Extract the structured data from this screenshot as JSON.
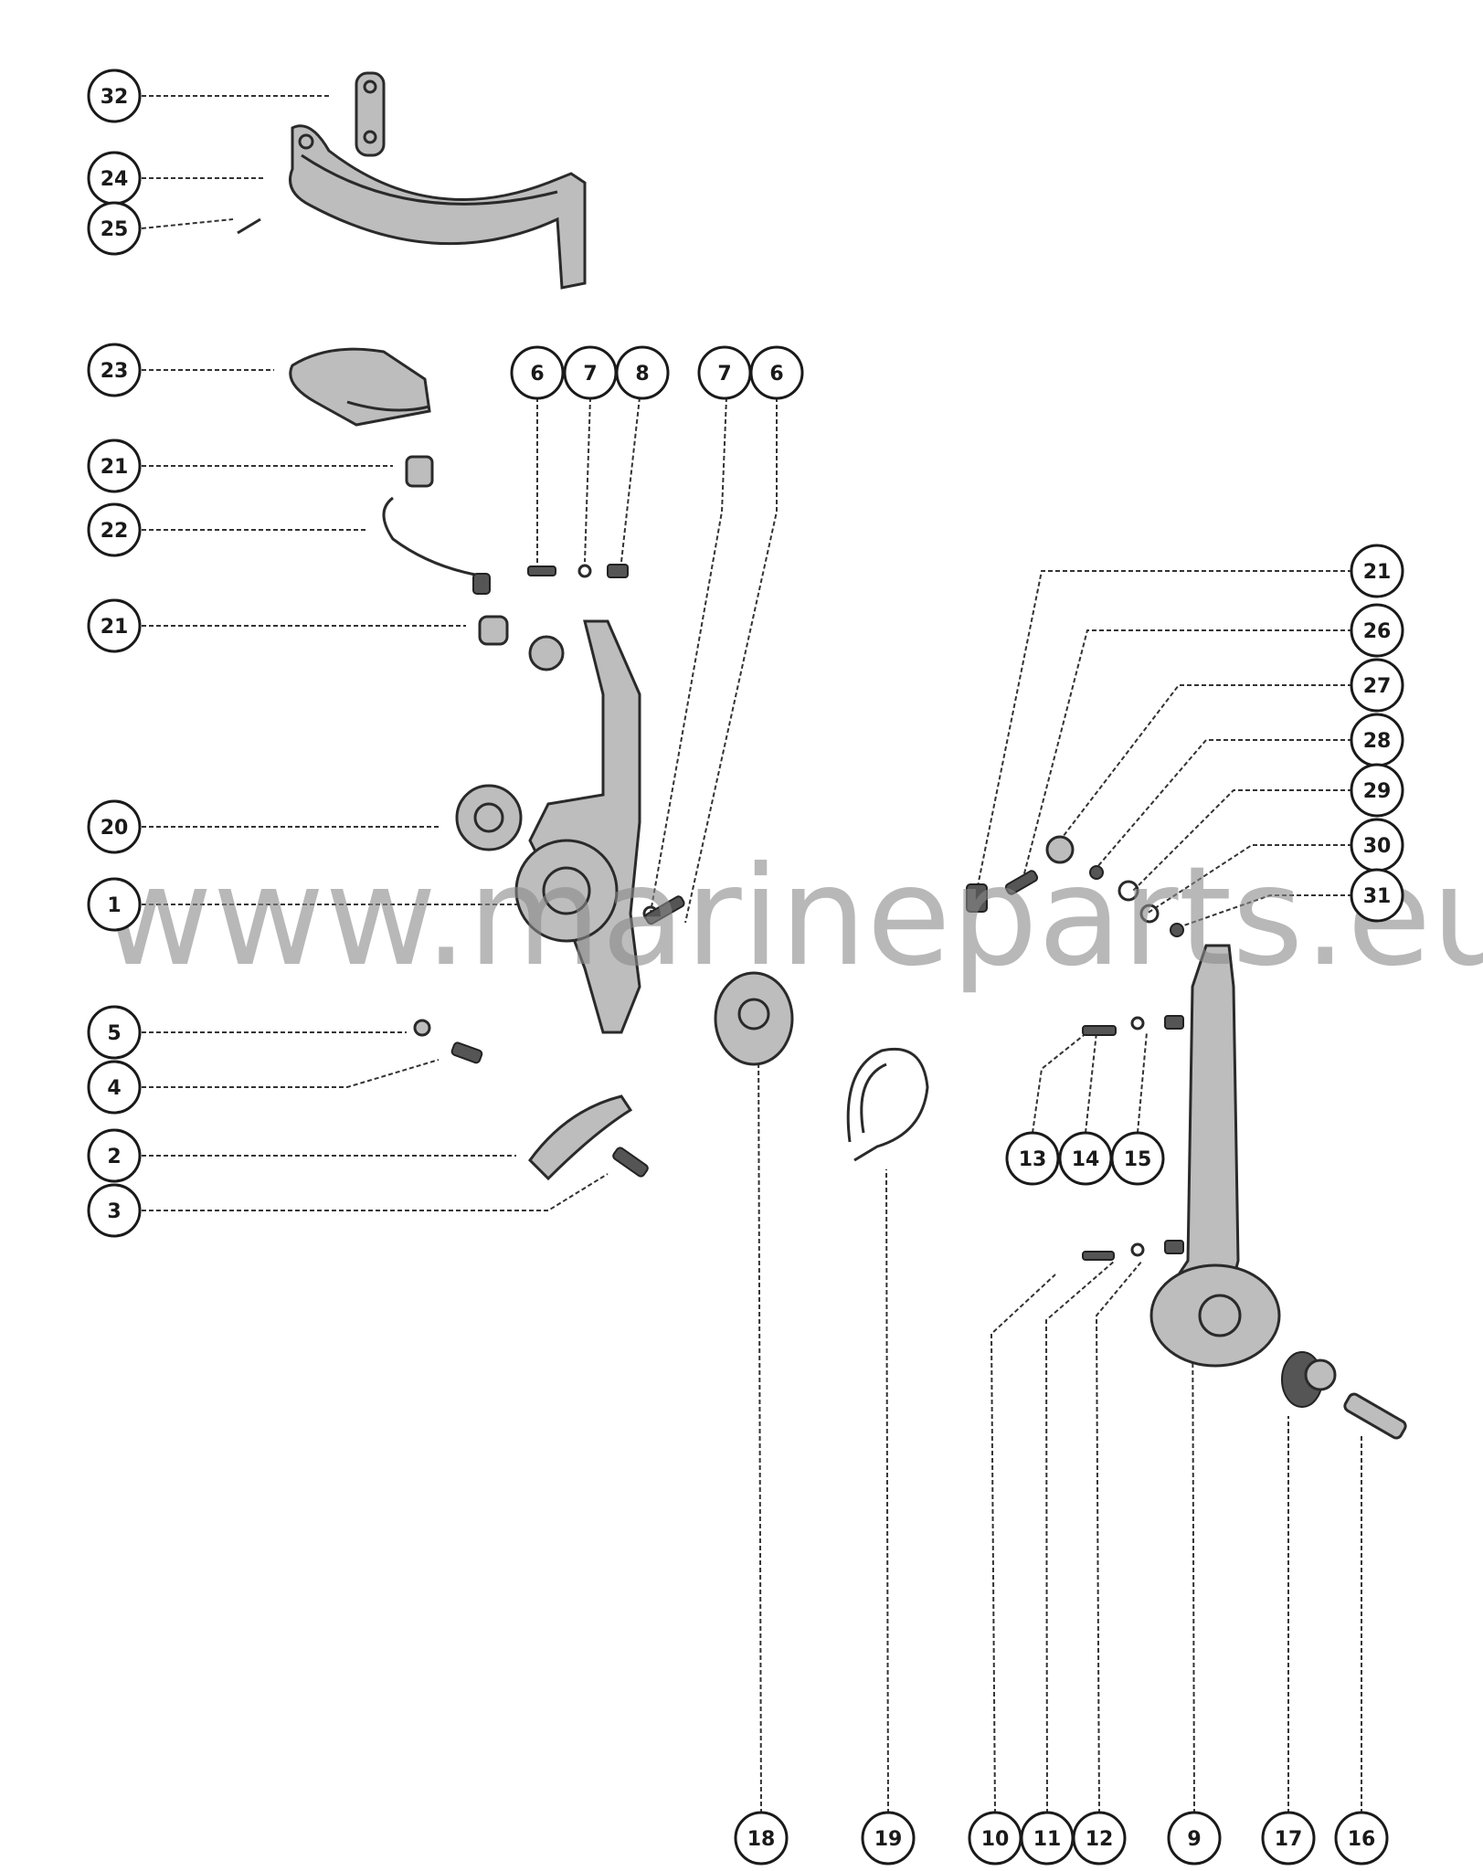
{
  "watermark": "www.marineparts.eu",
  "callouts": [
    {
      "label": "32"
    },
    {
      "label": "24"
    },
    {
      "label": "25"
    },
    {
      "label": "23"
    },
    {
      "label": "21"
    },
    {
      "label": "22"
    },
    {
      "label": "21"
    },
    {
      "label": "20"
    },
    {
      "label": "1"
    },
    {
      "label": "5"
    },
    {
      "label": "4"
    },
    {
      "label": "2"
    },
    {
      "label": "3"
    },
    {
      "label": "6"
    },
    {
      "label": "7"
    },
    {
      "label": "8"
    },
    {
      "label": "7"
    },
    {
      "label": "6"
    },
    {
      "label": "21"
    },
    {
      "label": "26"
    },
    {
      "label": "27"
    },
    {
      "label": "28"
    },
    {
      "label": "29"
    },
    {
      "label": "30"
    },
    {
      "label": "31"
    },
    {
      "label": "13"
    },
    {
      "label": "14"
    },
    {
      "label": "15"
    },
    {
      "label": "18"
    },
    {
      "label": "19"
    },
    {
      "label": "10"
    },
    {
      "label": "11"
    },
    {
      "label": "12"
    },
    {
      "label": "9"
    },
    {
      "label": "17"
    },
    {
      "label": "16"
    }
  ]
}
